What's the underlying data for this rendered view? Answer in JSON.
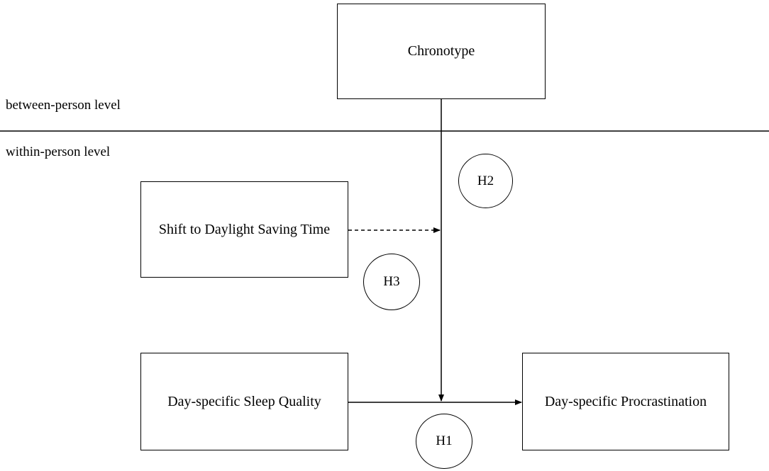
{
  "levels": {
    "between": "between-person level",
    "within": "within-person level"
  },
  "nodes": {
    "chronotype": "Chronotype",
    "dst_shift": "Shift to Daylight Saving Time",
    "sleep_quality": "Day-specific Sleep Quality",
    "procrastination": "Day-specific Procrastination"
  },
  "hypotheses": {
    "h1": "H1",
    "h2": "H2",
    "h3": "H3"
  }
}
